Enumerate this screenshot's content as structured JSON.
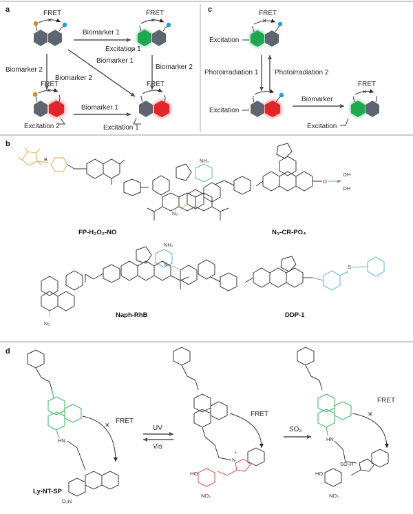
{
  "panels": {
    "a": "a",
    "b": "b",
    "c": "c",
    "d": "d"
  },
  "colors": {
    "gray_hex": "#5d6670",
    "green": "#1fa84f",
    "red": "#e2252b",
    "orange_dot": "#e8832a",
    "blue_dot": "#2a9fd8",
    "cyan_group": "#56b0d8",
    "orange_group": "#e8a053",
    "green_group": "#48b86a",
    "red_group": "#e05a5a"
  },
  "panel_a": {
    "fret": "FRET",
    "biomarker1": "Biomarker 1",
    "biomarker2": "Biomarker 2",
    "excitation1": "Excitation 1",
    "excitation2": "Excitation 2"
  },
  "panel_c": {
    "fret": "FRET",
    "excitation": "Excitation",
    "photo1": "Photoirradiation 1",
    "photo2": "Photoirradiation 2",
    "biomarker": "Biomarker"
  },
  "panel_b": {
    "compounds": [
      "FP-H₂O₂-NO",
      "N₃-CR-PO₄",
      "Naph-RhB",
      "DDP-1"
    ]
  },
  "panel_d": {
    "compound": "Ly-NT-SP",
    "fret": "FRET",
    "uv": "UV",
    "vis": "Vis",
    "so2": "SO₂",
    "plus": "+",
    "so3h": "SO₃H"
  }
}
